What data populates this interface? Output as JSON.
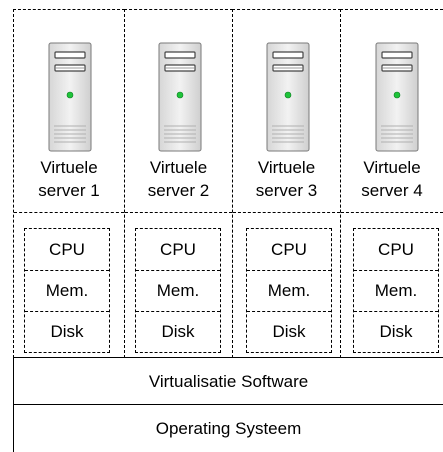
{
  "servers": [
    {
      "label_line1": "Virtuele",
      "label_line2": "server 1",
      "icon": "server-tower-icon"
    },
    {
      "label_line1": "Virtuele",
      "label_line2": "server 2",
      "icon": "server-tower-icon"
    },
    {
      "label_line1": "Virtuele",
      "label_line2": "server 3",
      "icon": "server-tower-icon"
    },
    {
      "label_line1": "Virtuele",
      "label_line2": "server 4",
      "icon": "server-tower-icon"
    }
  ],
  "resources": [
    "CPU",
    "Mem.",
    "Disk"
  ],
  "layers": {
    "virtualisation": "Virtualisatie Software",
    "os": "Operating Systeem"
  },
  "colors": {
    "server_body": "#e6e6e6",
    "server_panel": "#bfbfbf",
    "power_led": "#1fc43a",
    "line": "#000000"
  }
}
